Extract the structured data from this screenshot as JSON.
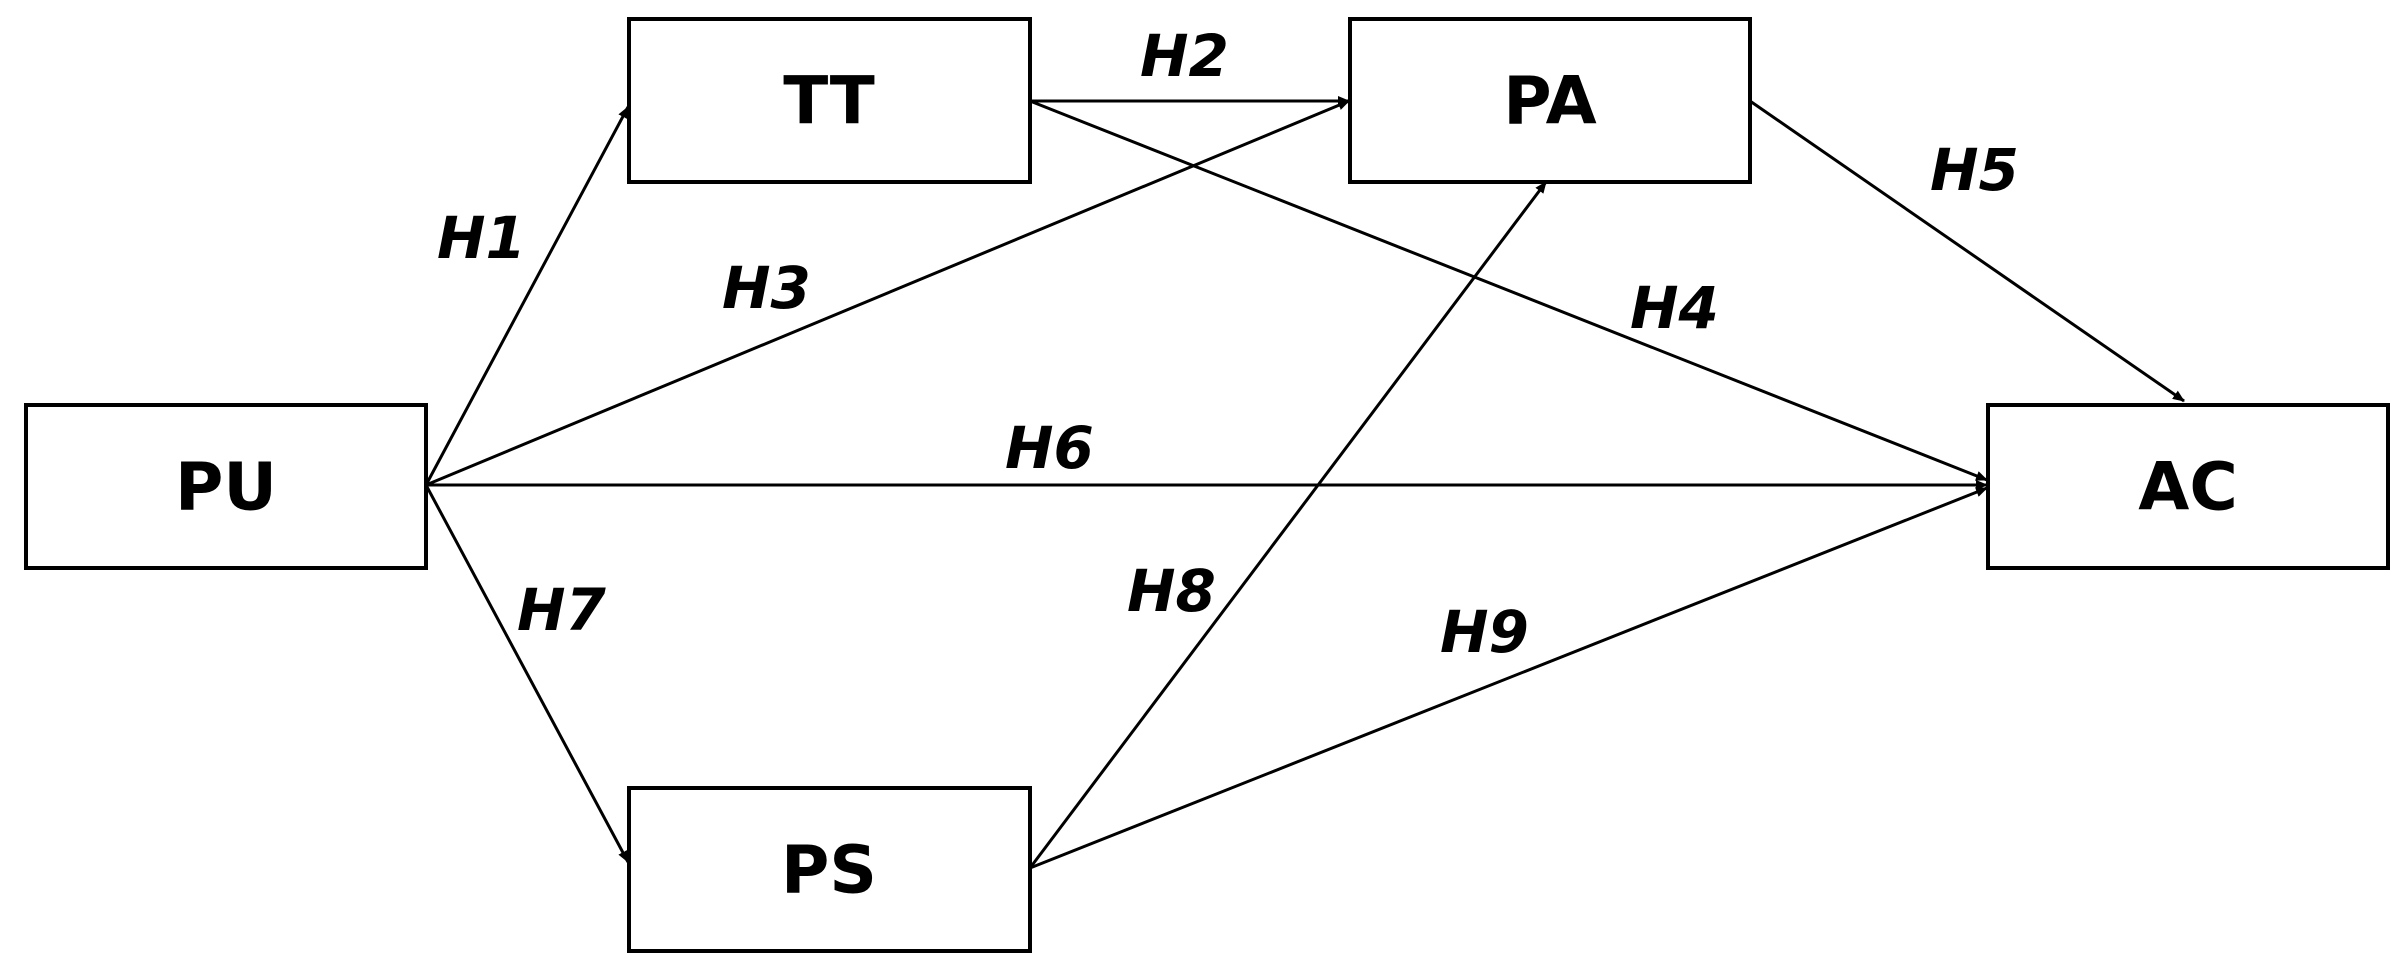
{
  "diagram": {
    "nodes": {
      "pu": "PU",
      "tt": "TT",
      "pa": "PA",
      "ps": "PS",
      "ac": "AC"
    },
    "edges": {
      "h1": {
        "label": "H1",
        "from": "PU",
        "to": "TT"
      },
      "h2": {
        "label": "H2",
        "from": "TT",
        "to": "PA"
      },
      "h3": {
        "label": "H3",
        "from": "PU",
        "to": "PA"
      },
      "h4": {
        "label": "H4",
        "from": "TT",
        "to": "AC"
      },
      "h5": {
        "label": "H5",
        "from": "PA",
        "to": "AC"
      },
      "h6": {
        "label": "H6",
        "from": "PU",
        "to": "AC"
      },
      "h7": {
        "label": "H7",
        "from": "PU",
        "to": "PS"
      },
      "h8": {
        "label": "H8",
        "from": "PS",
        "to": "PA"
      },
      "h9": {
        "label": "H9",
        "from": "PS",
        "to": "AC"
      }
    }
  }
}
